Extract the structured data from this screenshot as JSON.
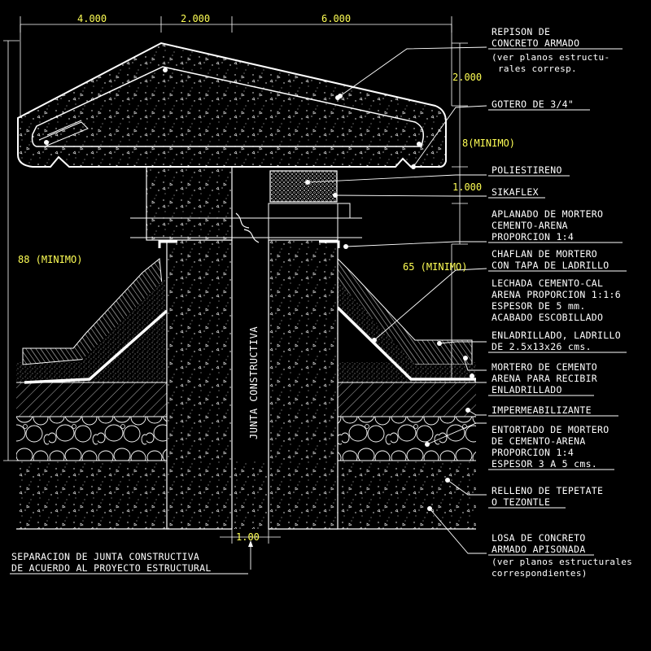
{
  "dimensions": {
    "top": [
      "4.000",
      "2.000",
      "6.000"
    ],
    "right_2000": "2.000",
    "right_min8": "8(MINIMO)",
    "right_1000": "1.000",
    "left_88": "88 (MINIMO)",
    "mid_65": "65 (MINIMO)",
    "joint_100": "1.00"
  },
  "vertical_label": "JUNTA CONSTRUCTIVA",
  "notes": {
    "repison": [
      "REPISON DE",
      "CONCRETO ARMADO",
      "(ver planos estructu-",
      "rales corresp."
    ],
    "gotero": [
      "GOTERO DE 3/4\""
    ],
    "poliestireno": [
      "POLIESTIRENO"
    ],
    "sikaflex": [
      "SIKAFLEX"
    ],
    "aplanado": [
      "APLANADO DE MORTERO",
      "CEMENTO-ARENA",
      "PROPORCION 1:4"
    ],
    "chaflan": [
      "CHAFLAN DE MORTERO",
      "CON TAPA DE LADRILLO"
    ],
    "lechada": [
      "LECHADA CEMENTO-CAL",
      "ARENA PROPORCION 1:1:6",
      "ESPESOR DE 5 mm.",
      "ACABADO ESCOBILLADO"
    ],
    "enladrillado": [
      "ENLADRILLADO, LADRILLO",
      "DE 2.5x13x26 cms."
    ],
    "mortero_cemento": [
      "MORTERO DE CEMENTO",
      "ARENA PARA RECIBIR",
      "ENLADRILLADO"
    ],
    "impermeabilizante": [
      "IMPERMEABILIZANTE"
    ],
    "entortado": [
      "ENTORTADO DE MORTERO",
      "DE CEMENTO-ARENA",
      "PROPORCION 1:4",
      "ESPESOR 3 A 5 cms."
    ],
    "relleno": [
      "RELLENO DE TEPETATE",
      "O TEZONTLE"
    ],
    "losa": [
      "LOSA DE CONCRETO",
      "ARMADO APISONADA",
      "(ver planos estructurales",
      " correspondientes)"
    ],
    "separacion": [
      "SEPARACION DE JUNTA CONSTRUCTIVA",
      "DE ACUERDO AL PROYECTO ESTRUCTURAL"
    ]
  },
  "colors": {
    "background": "#000000",
    "dimension_text": "#ffff55",
    "lines": "#ffffff",
    "leader": "#ffffff"
  }
}
